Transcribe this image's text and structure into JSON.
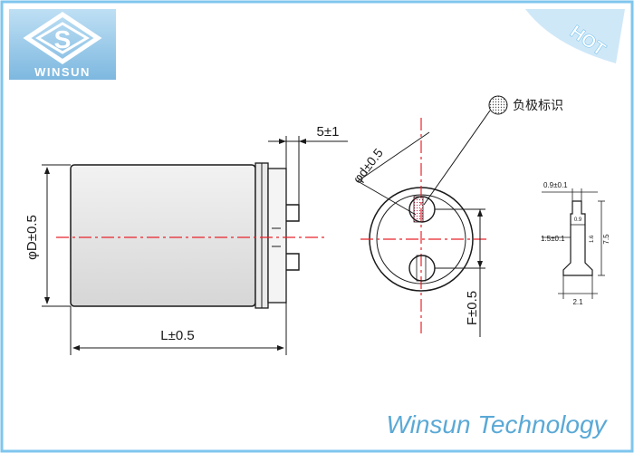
{
  "brand": {
    "logo_letters": "S",
    "logo_name": "WINSUN",
    "hot_badge": "HOT",
    "footer": "Winsun Technology"
  },
  "dimensions": {
    "lead_length": "5±1",
    "diameter": "φD±0.5",
    "length": "L±0.5",
    "pin_diameter": "φd±0.5",
    "pin_spacing": "F±0.5",
    "negative_mark_label": "负极标识"
  },
  "pin_detail": {
    "top_width": "0.9±0.1",
    "shoulder_width": "1.5±0.1",
    "base_width": "2.1",
    "height_label": "7.5",
    "inner_label_a": "0.9",
    "inner_label_b": "1.6"
  },
  "colors": {
    "frame": "#7ec6ee",
    "line": "#1a1a1a",
    "centerline": "#e8242b",
    "body_fill": "#e7e7e7",
    "footer_text": "#5aa9d6"
  }
}
